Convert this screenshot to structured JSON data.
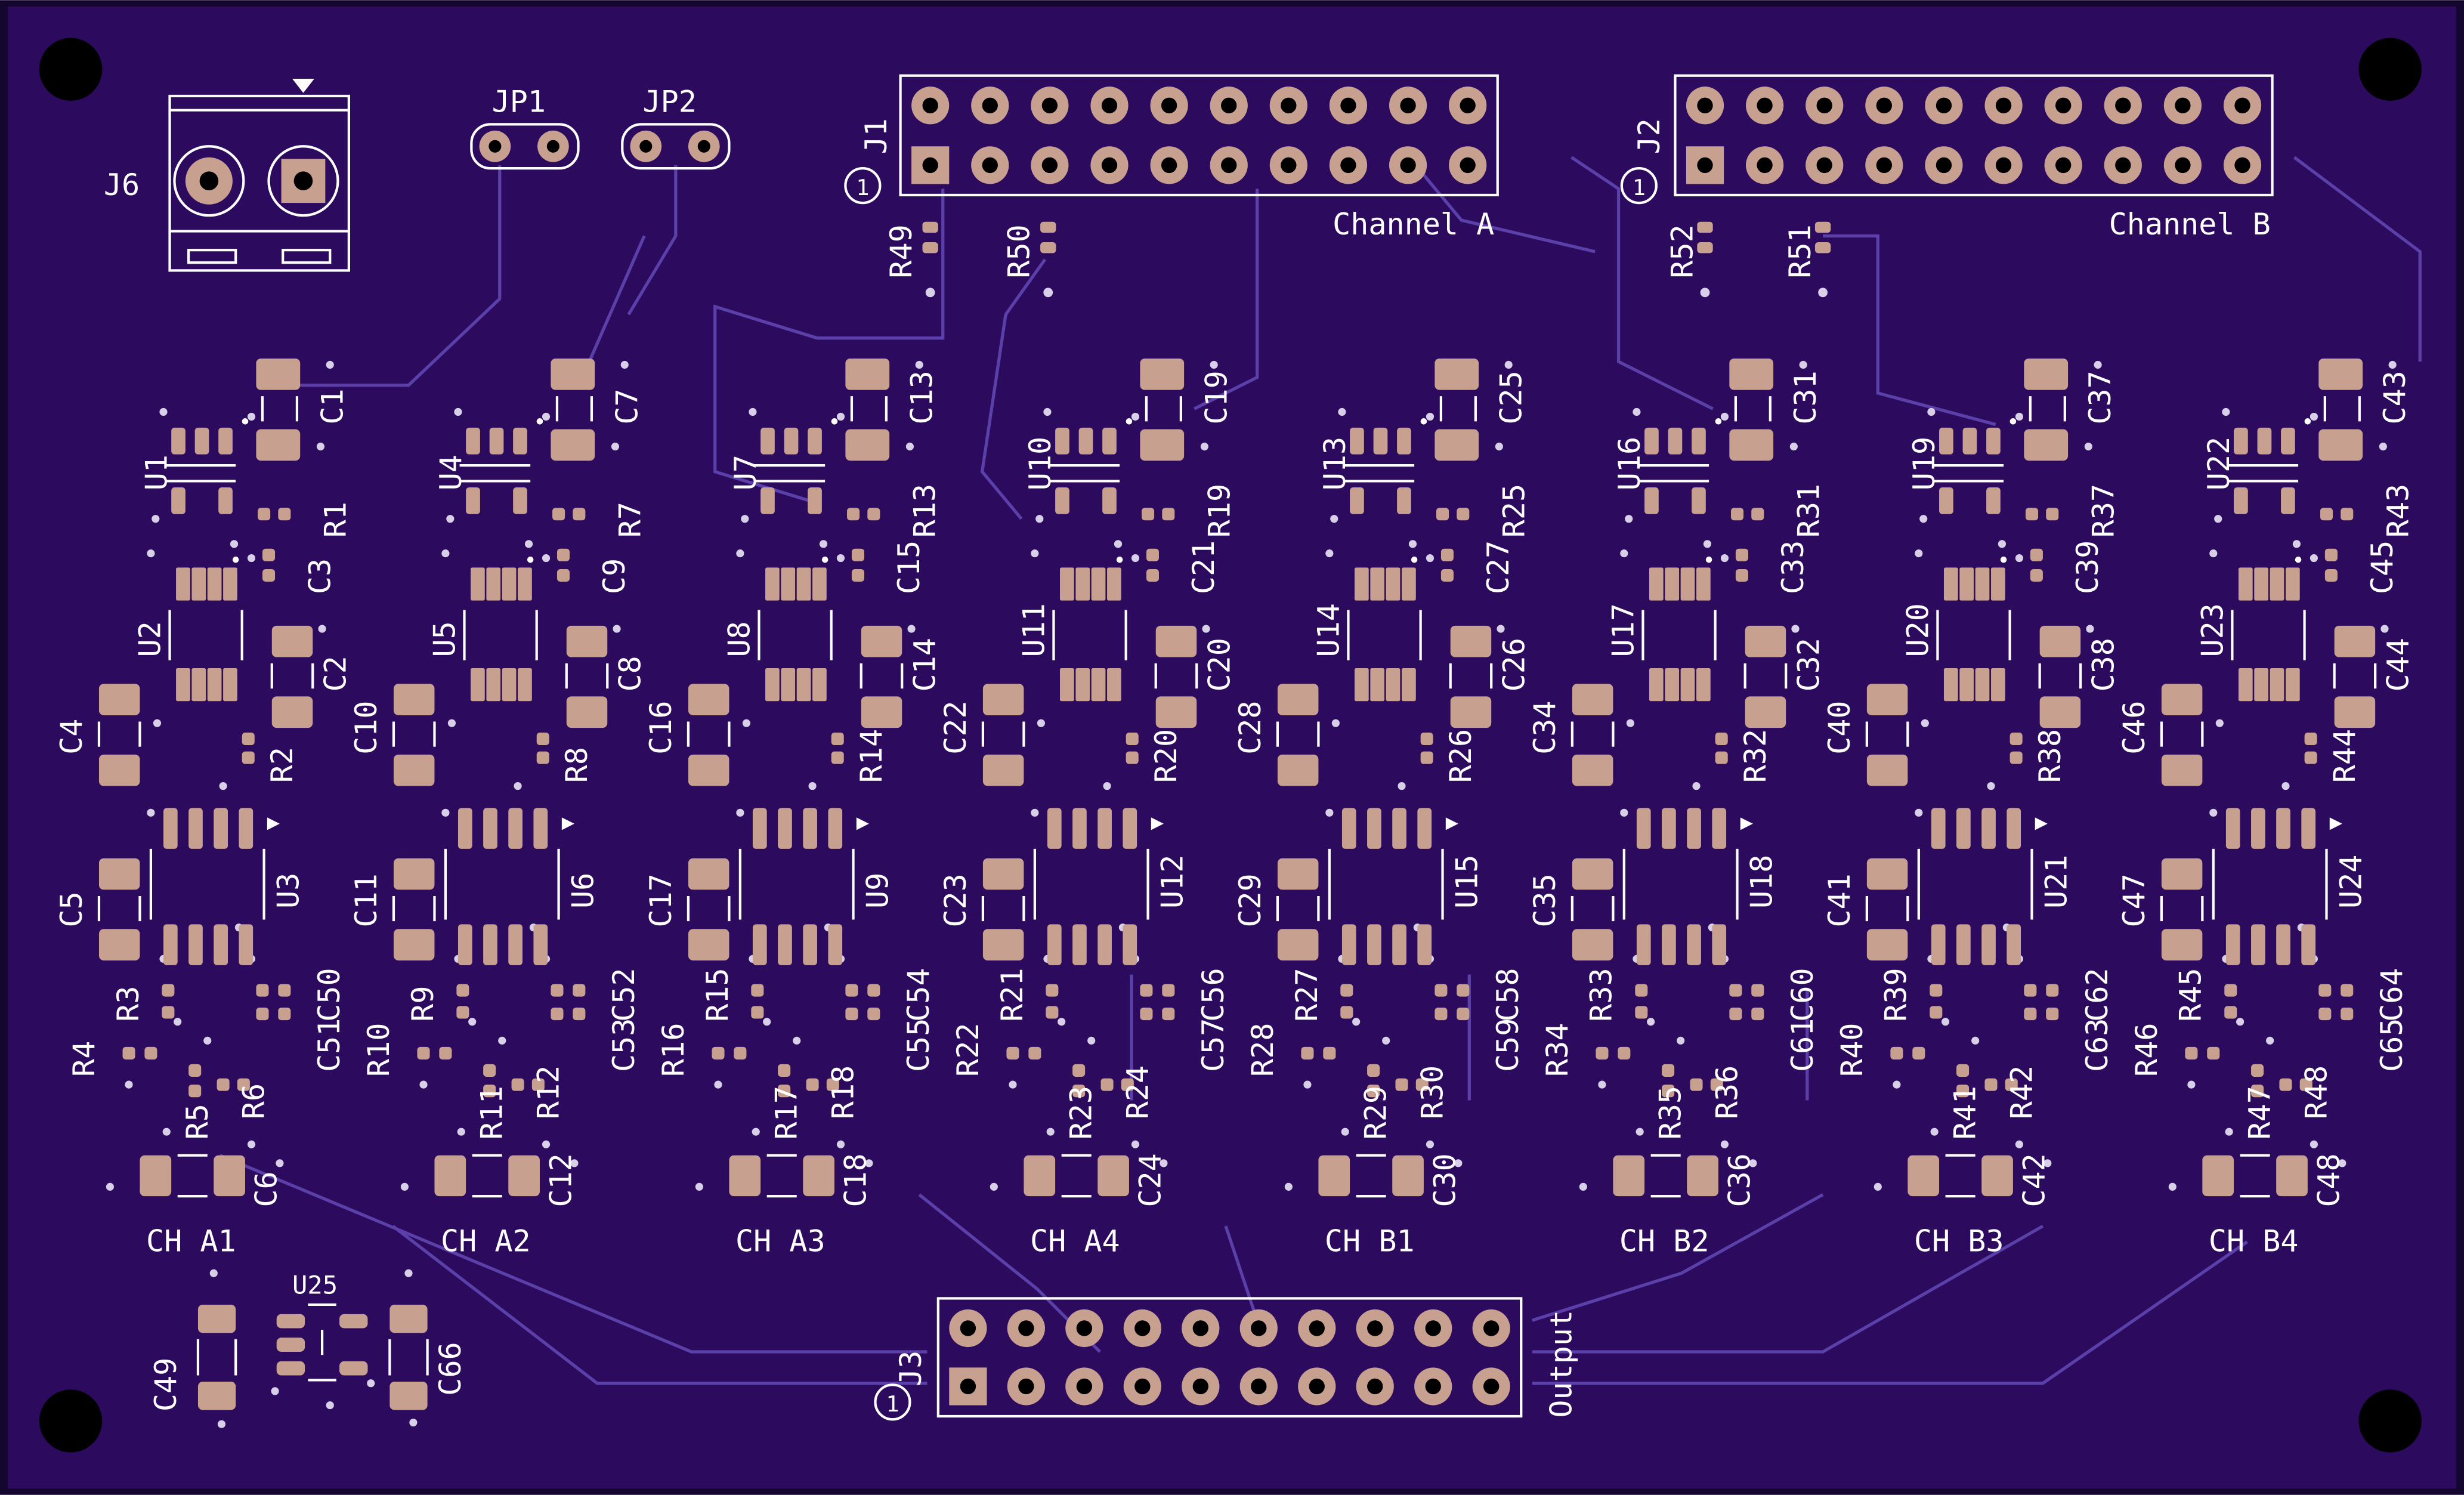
{
  "board": {
    "colors": {
      "board": "#2c0a5e",
      "board_edge": "#14062e",
      "silkscreen": "#ffffff",
      "pad": "#c8a090",
      "trace": "#5a40a8",
      "via": "#d8d0e8",
      "hole": "#000000"
    }
  },
  "connectors": {
    "J6": "J6",
    "JP1": "JP1",
    "JP2": "JP2",
    "J1": "J1",
    "J2": "J2",
    "J3": "J3",
    "J1_label": "Channel A",
    "J2_label": "Channel B",
    "J3_label": "Output",
    "pin1_marker": "1"
  },
  "resistors_top": [
    "R49",
    "R50",
    "R52",
    "R51"
  ],
  "channels": [
    {
      "label": "CH A1",
      "u": [
        "U1",
        "U2",
        "U3"
      ],
      "c": [
        "C1",
        "C2",
        "C3",
        "C4",
        "C5",
        "C6"
      ],
      "r": [
        "R1",
        "R2",
        "R3",
        "R4",
        "R5",
        "R6"
      ],
      "cb": [
        "C50",
        "C51"
      ]
    },
    {
      "label": "CH A2",
      "u": [
        "U4",
        "U5",
        "U6"
      ],
      "c": [
        "C7",
        "C8",
        "C9",
        "C10",
        "C11",
        "C12"
      ],
      "r": [
        "R7",
        "R8",
        "R9",
        "R10",
        "R11",
        "R12"
      ],
      "cb": [
        "C52",
        "C53"
      ]
    },
    {
      "label": "CH A3",
      "u": [
        "U7",
        "U8",
        "U9"
      ],
      "c": [
        "C13",
        "C14",
        "C15",
        "C16",
        "C17",
        "C18"
      ],
      "r": [
        "R13",
        "R14",
        "R15",
        "R16",
        "R17",
        "R18"
      ],
      "cb": [
        "C54",
        "C55"
      ]
    },
    {
      "label": "CH A4",
      "u": [
        "U10",
        "U11",
        "U12"
      ],
      "c": [
        "C19",
        "C20",
        "C21",
        "C22",
        "C23",
        "C24"
      ],
      "r": [
        "R19",
        "R20",
        "R21",
        "R22",
        "R23",
        "R24"
      ],
      "cb": [
        "C56",
        "C57"
      ]
    },
    {
      "label": "CH B1",
      "u": [
        "U13",
        "U14",
        "U15"
      ],
      "c": [
        "C25",
        "C26",
        "C27",
        "C28",
        "C29",
        "C30"
      ],
      "r": [
        "R25",
        "R26",
        "R27",
        "R28",
        "R29",
        "R30"
      ],
      "cb": [
        "C58",
        "C59"
      ]
    },
    {
      "label": "CH B2",
      "u": [
        "U16",
        "U17",
        "U18"
      ],
      "c": [
        "C31",
        "C32",
        "C33",
        "C34",
        "C35",
        "C36"
      ],
      "r": [
        "R31",
        "R32",
        "R33",
        "R34",
        "R35",
        "R36"
      ],
      "cb": [
        "C60",
        "C61"
      ]
    },
    {
      "label": "CH B3",
      "u": [
        "U19",
        "U20",
        "U21"
      ],
      "c": [
        "C37",
        "C38",
        "C39",
        "C40",
        "C41",
        "C42"
      ],
      "r": [
        "R37",
        "R38",
        "R39",
        "R40",
        "R41",
        "R42"
      ],
      "cb": [
        "C62",
        "C63"
      ]
    },
    {
      "label": "CH B4",
      "u": [
        "U22",
        "U23",
        "U24"
      ],
      "c": [
        "C43",
        "C44",
        "C45",
        "C46",
        "C47",
        "C48"
      ],
      "r": [
        "R43",
        "R44",
        "R45",
        "R46",
        "R47",
        "R48"
      ],
      "cb": [
        "C64",
        "C65"
      ]
    }
  ],
  "power": {
    "u": "U25",
    "c_left": "C49",
    "c_right": "C66"
  }
}
